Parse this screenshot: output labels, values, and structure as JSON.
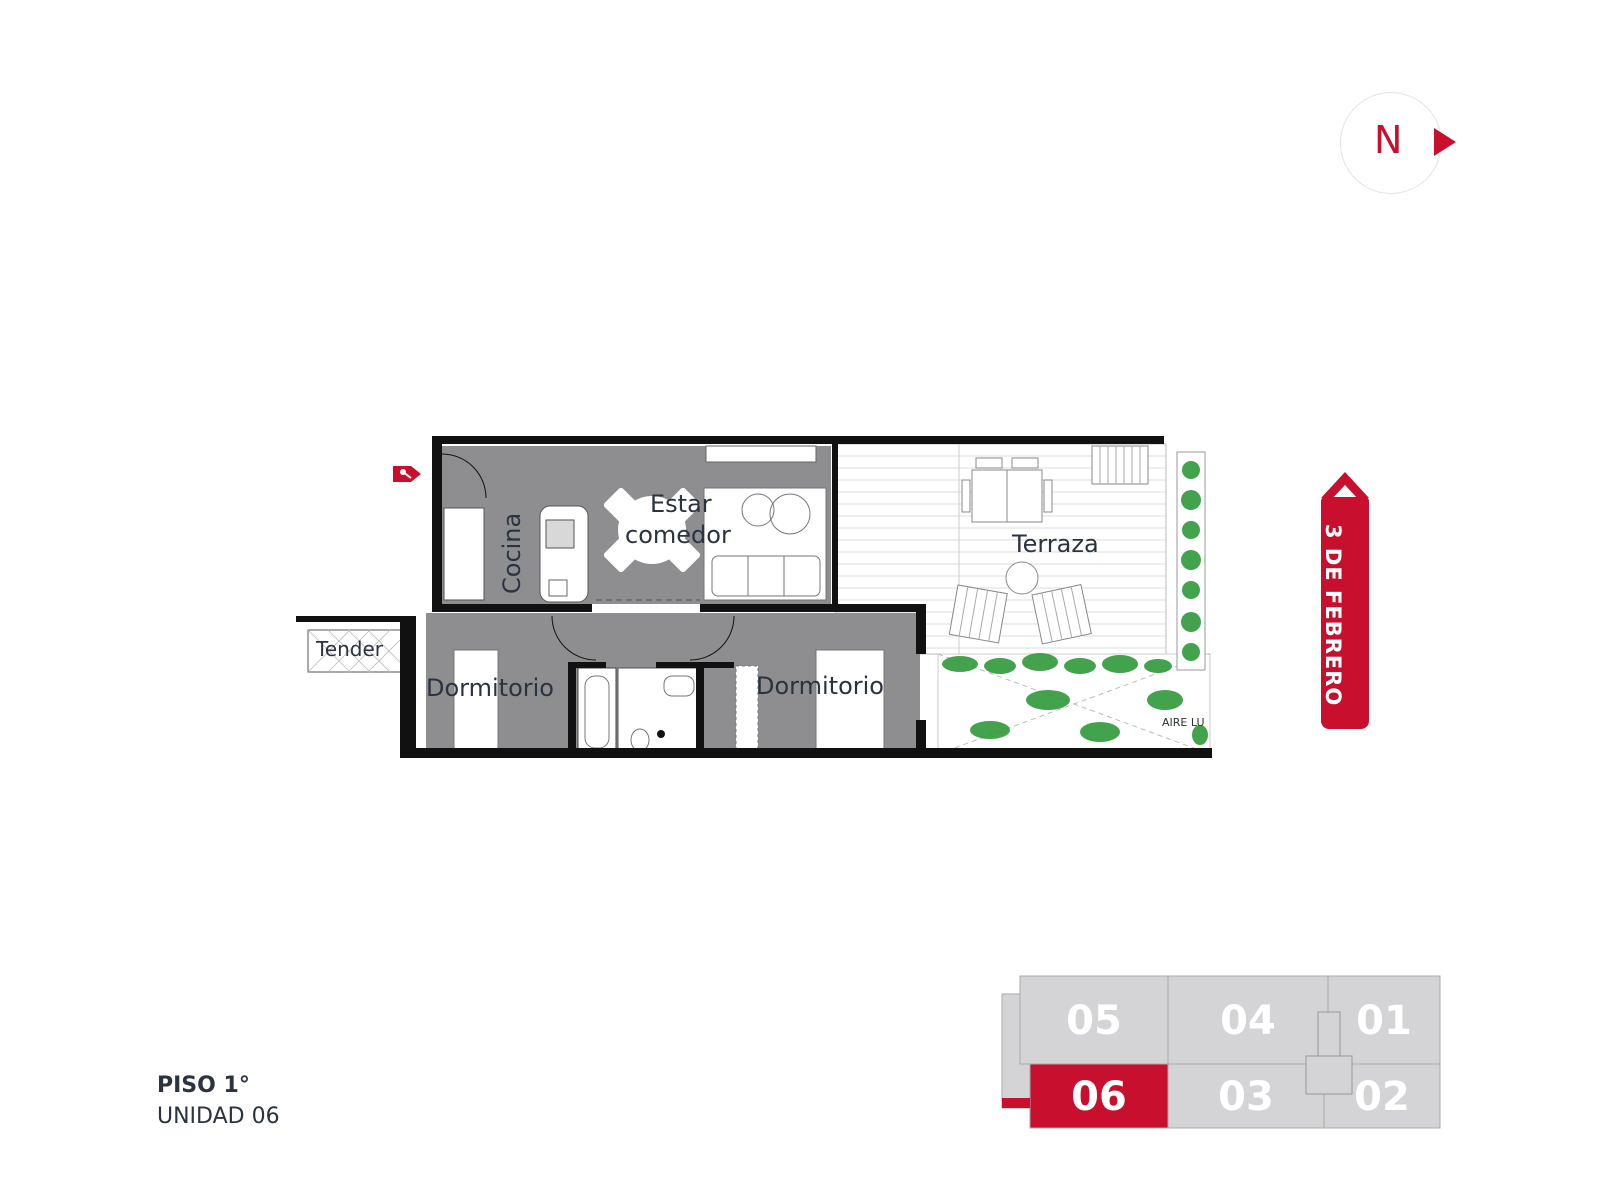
{
  "compass": {
    "letter": "N",
    "color": "#c8102e"
  },
  "street": {
    "name": "3 DE FEBRERO"
  },
  "floor": {
    "title": "PISO 1°",
    "unit": "UNIDAD 06"
  },
  "rooms": {
    "kitchen": "Cocina",
    "living_line1": "Estar",
    "living_line2": "comedor",
    "terrace": "Terraza",
    "laundry": "Tender",
    "bedroom_left": "Dormitorio",
    "bedroom_right": "Dormitorio",
    "air_light": "AIRE LU"
  },
  "units_map": {
    "units": [
      {
        "id": "05",
        "active": false
      },
      {
        "id": "04",
        "active": false
      },
      {
        "id": "01",
        "active": false
      },
      {
        "id": "06",
        "active": true
      },
      {
        "id": "03",
        "active": false
      },
      {
        "id": "02",
        "active": false
      }
    ],
    "active_color": "#c8102e",
    "inactive_color": "#d4d4d6"
  },
  "colors": {
    "accent": "#c8102e",
    "room_fill": "#8e8e90",
    "wall": "#111111",
    "plant": "#2f9a3a"
  },
  "icons": {
    "entrance": "key-tag-icon"
  }
}
